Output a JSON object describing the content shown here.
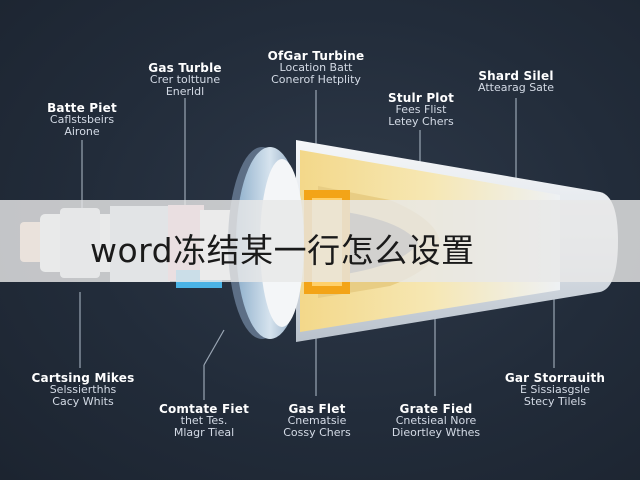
{
  "banner": {
    "title": "word冻结某一行怎么设置"
  },
  "labels": [
    {
      "id": "gas-turble",
      "title": "Gas Turble",
      "lines": [
        "Crer tolttune",
        "Enerldl"
      ]
    },
    {
      "id": "ofgar-turbine",
      "title": "OfGar Turbine",
      "lines": [
        "Location Batt",
        "Conerof Hetplity"
      ]
    },
    {
      "id": "shard-silel",
      "title": "Shard Silel",
      "lines": [
        "Attearag Sate"
      ]
    },
    {
      "id": "batte-piet",
      "title": "Batte Piet",
      "lines": [
        "Caflstsbeirs",
        "Airone"
      ]
    },
    {
      "id": "stulr-plot",
      "title": "Stulr Plot",
      "lines": [
        "Fees Flist",
        "Letey Chers"
      ]
    },
    {
      "id": "cartsing-mikes",
      "title": "Cartsing Mikes",
      "lines": [
        "Selssierthhs",
        "Cacy Whits"
      ]
    },
    {
      "id": "comtate-fiet",
      "title": "Comtate Fiet",
      "lines": [
        "thet Tes.",
        "Mlagr Tieal"
      ]
    },
    {
      "id": "gas-flet",
      "title": "Gas Flet",
      "lines": [
        "Cnematsie",
        "Cossy Chers"
      ]
    },
    {
      "id": "grate-fied",
      "title": "Grate Fied",
      "lines": [
        "Cnetsieal Nore",
        "Dieortley Wthes"
      ]
    },
    {
      "id": "gar-storrauith",
      "title": "Gar Storrauith",
      "lines": [
        "E Sissiasgsle",
        "Stecy Tilels"
      ]
    }
  ]
}
